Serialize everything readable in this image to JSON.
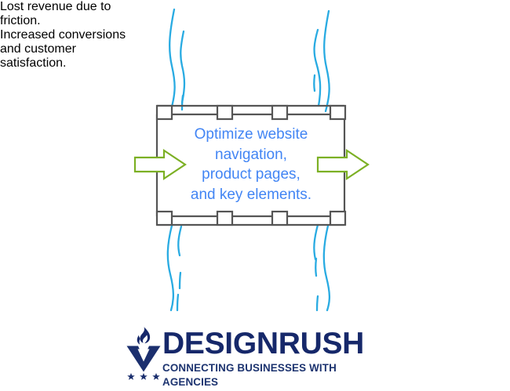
{
  "diagram": {
    "title": "Website optimization value flow diagram",
    "background_color": "#ffffff",
    "left_caption": "Lost revenue\ndue to friction.",
    "right_caption": "Increased\nconversions and\ncustomer\nsatisfaction.",
    "center_box_text": "Optimize website\nnavigation,\nproduct pages,\nand key elements.",
    "center_box_text_color": "#4285f4",
    "caption_text_color": "#4a4a4a",
    "frame_color": "#555555",
    "arrow_color": "#7cb024",
    "stream_color": "#29abe2",
    "arrow_left_label": "right-arrow-into-process",
    "arrow_right_label": "right-arrow-out-of-process",
    "stream_count_top": 4,
    "stream_count_bottom": 4,
    "clamp_count_top": 4,
    "clamp_count_bottom": 4
  },
  "logo": {
    "wordmark": "DESIGNRUSH",
    "tagline": "CONNECTING BUSINESSES WITH AGENCIES",
    "brand_color": "#16286a",
    "tagline_color": "#1d3470",
    "mark_name": "flame-torch-v-mark",
    "star_count": 3
  }
}
